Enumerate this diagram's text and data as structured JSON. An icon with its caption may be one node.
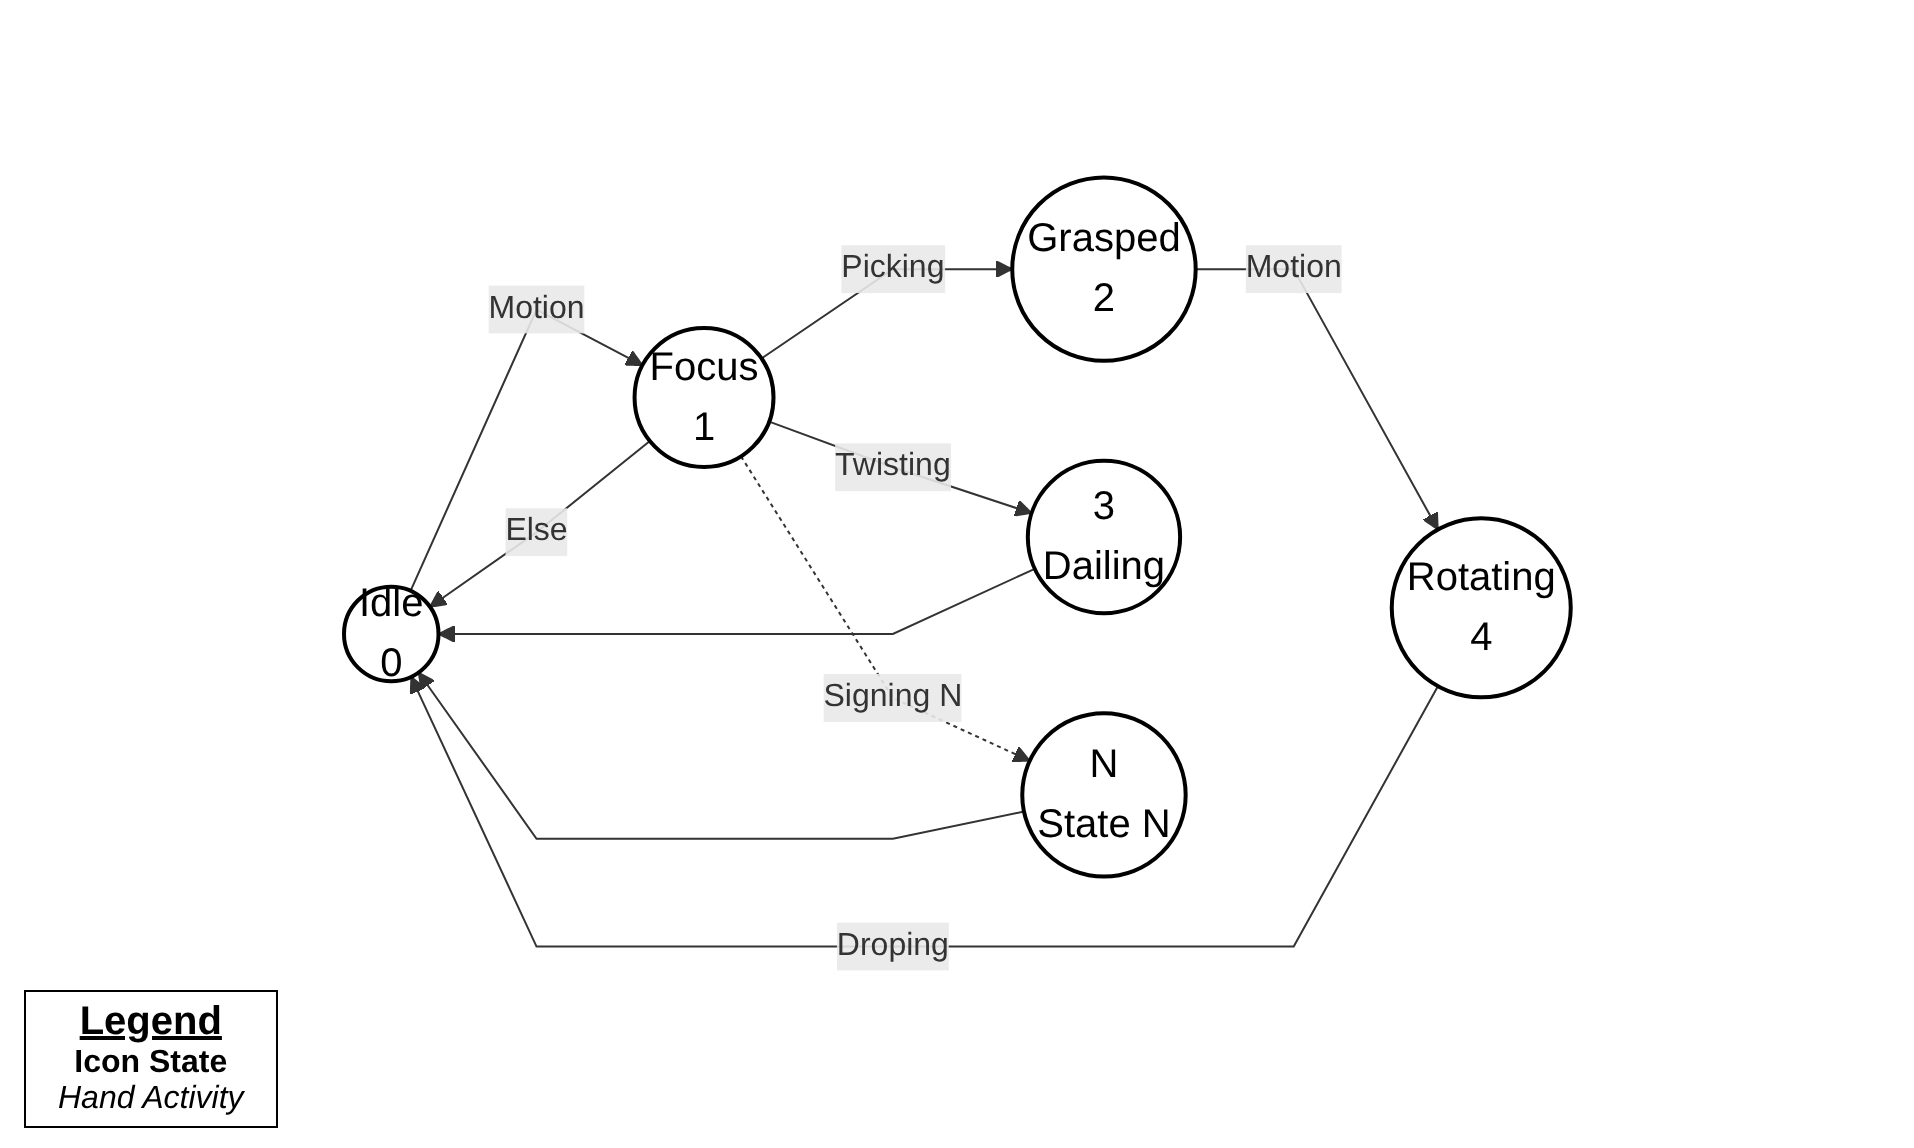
{
  "diagram": {
    "nodes": [
      {
        "text": [
          "Idle",
          "0"
        ]
      },
      {
        "text": [
          "Focus",
          "1"
        ]
      },
      {
        "text": [
          "Grasped",
          "2"
        ]
      },
      {
        "text": [
          "Rotating",
          "4"
        ]
      },
      {
        "text": [
          "3",
          "Dailing"
        ]
      },
      {
        "text": [
          "N",
          "State N"
        ]
      }
    ],
    "edges": [
      {
        "from": 0,
        "to": 1,
        "arrow": "to",
        "label": "Motion"
      },
      {
        "from": 1,
        "to": 2,
        "arrow": "to",
        "label": "Picking"
      },
      {
        "from": 2,
        "to": 3,
        "arrow": "to",
        "label": "Motion"
      },
      {
        "from": 1,
        "to": 4,
        "arrow": "to",
        "label": "Twisting"
      },
      {
        "from": 1,
        "to": 5,
        "arrow": "to",
        "label": "Signing N",
        "style": "dashed"
      },
      {
        "from": 1,
        "to": 0,
        "arrow": "to",
        "label": "Else"
      },
      {
        "from": 4,
        "to": 0,
        "arrow": "to"
      },
      {
        "from": 5,
        "to": 0,
        "arrow": "to"
      },
      {
        "from": 3,
        "to": 0,
        "arrow": "to",
        "label": "Droping"
      }
    ],
    "labels": [
      "Legend"
    ],
    "legend": [
      {
        "text": "Icon State"
      },
      {
        "text": "Hand Activity"
      }
    ]
  }
}
